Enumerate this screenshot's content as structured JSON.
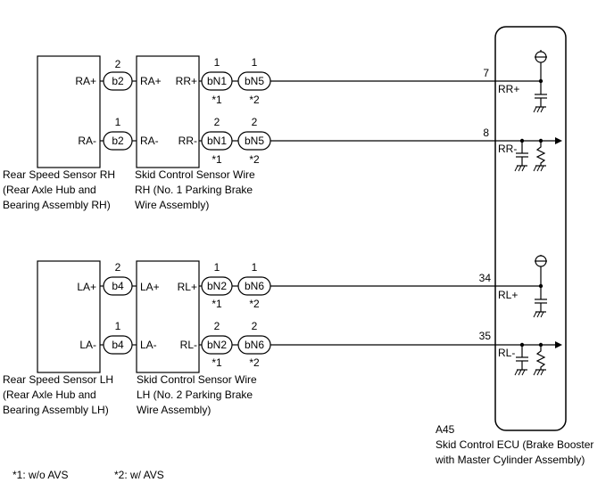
{
  "rh": {
    "sensor": {
      "pin_top": "RA+",
      "pin_bot": "RA-",
      "caption": [
        "Rear Speed Sensor RH",
        "(Rear Axle Hub and",
        "Bearing Assembly RH)"
      ]
    },
    "conn_b": {
      "name": "b2",
      "pin_top": "2",
      "pin_bot": "1"
    },
    "wire": {
      "pin_left_top": "RA+",
      "pin_left_bot": "RA-",
      "pin_right_top": "RR+",
      "pin_right_bot": "RR-",
      "caption": [
        "Skid Control Sensor Wire",
        "RH (No. 1 Parking Brake",
        "Wire Assembly)"
      ]
    },
    "conn_n1": {
      "name": "bN1",
      "pin_top": "1",
      "pin_bot": "2",
      "note": "*1"
    },
    "conn_n2": {
      "name": "bN5",
      "pin_top": "1",
      "pin_bot": "2",
      "note": "*2"
    },
    "ecu_pin_top": {
      "num": "7",
      "label": "RR+"
    },
    "ecu_pin_bot": {
      "num": "8",
      "label": "RR-"
    }
  },
  "lh": {
    "sensor": {
      "pin_top": "LA+",
      "pin_bot": "LA-",
      "caption": [
        "Rear Speed Sensor LH",
        "(Rear Axle Hub and",
        "Bearing Assembly LH)"
      ]
    },
    "conn_b": {
      "name": "b4",
      "pin_top": "2",
      "pin_bot": "1"
    },
    "wire": {
      "pin_left_top": "LA+",
      "pin_left_bot": "LA-",
      "pin_right_top": "RL+",
      "pin_right_bot": "RL-",
      "caption": [
        "Skid Control Sensor Wire",
        "LH (No. 2 Parking Brake",
        "Wire Assembly)"
      ]
    },
    "conn_n1": {
      "name": "bN2",
      "pin_top": "1",
      "pin_bot": "2",
      "note": "*1"
    },
    "conn_n2": {
      "name": "bN6",
      "pin_top": "1",
      "pin_bot": "2",
      "note": "*2"
    },
    "ecu_pin_top": {
      "num": "34",
      "label": "RL+"
    },
    "ecu_pin_bot": {
      "num": "35",
      "label": "RL-"
    }
  },
  "ecu": {
    "code": "A45",
    "caption": [
      "Skid Control ECU (Brake Booster",
      "with Master Cylinder Assembly)"
    ]
  },
  "footnotes": [
    "*1: w/o AVS",
    "*2: w/ AVS"
  ]
}
